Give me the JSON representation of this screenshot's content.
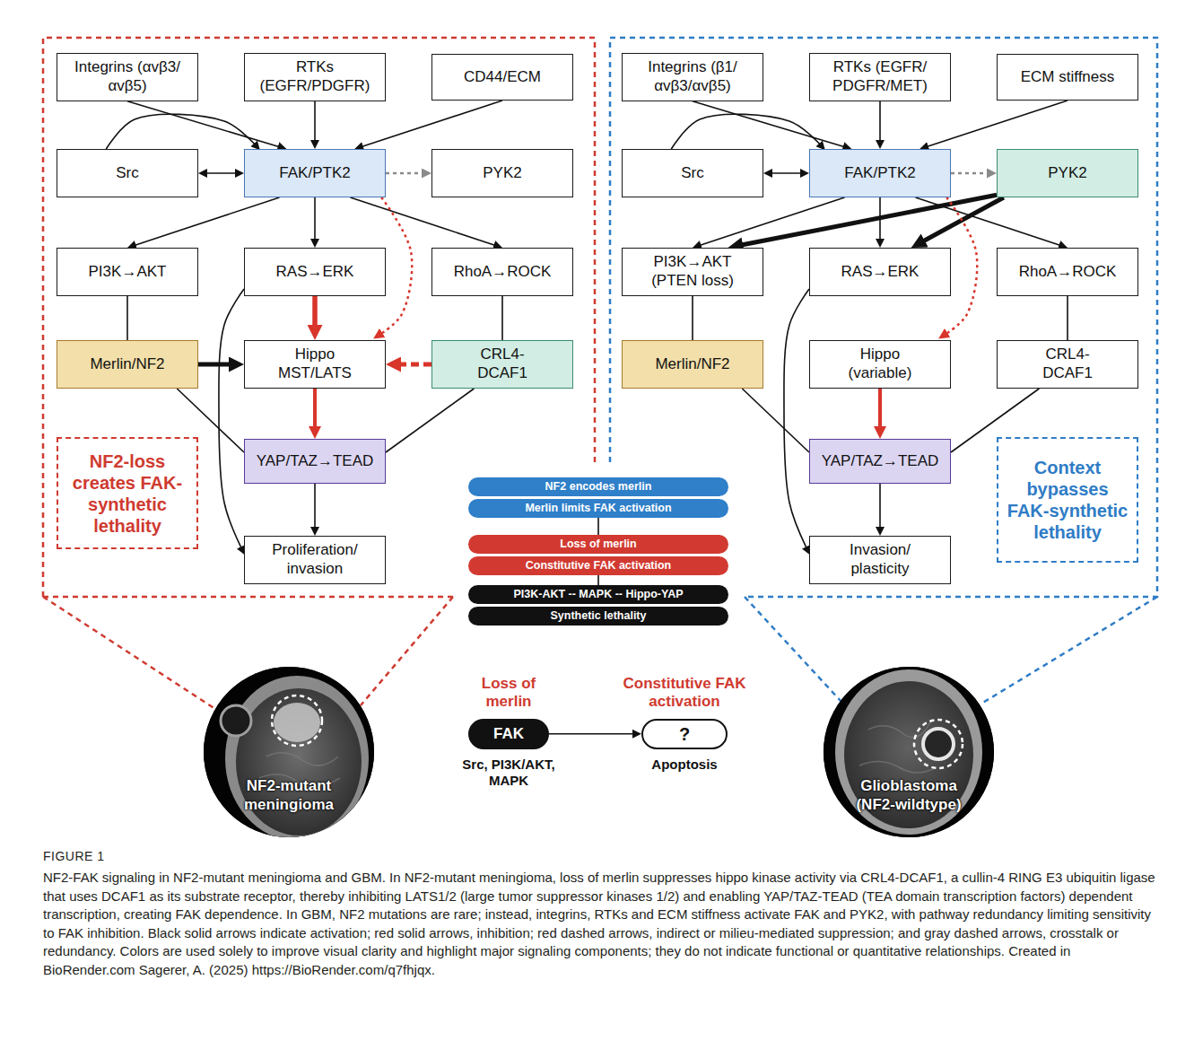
{
  "diagram": {
    "caption": "NF2-FAK signaling in NF2-mutant meningioma and GBM. In NF2-mutant meningioma, loss of merlin suppresses hippo kinase activity via CRL4-DCAF1, a cullin-4 RING E3 ubiquitin ligase that uses DCAF1 as its substrate receptor, thereby inhibiting LATS1/2 (large tumor suppressor kinases 1/2) and enabling YAP/TAZ-TEAD (TEA domain transcription factors) dependent transcription, creating FAK dependence. In GBM, NF2 mutations are rare; instead, integrins, RTKs and ECM stiffness activate FAK and PYK2, with pathway redundancy limiting sensitivity to FAK inhibition. Black solid arrows indicate activation; red solid arrows, inhibition; red dashed arrows, indirect or milieu-mediated suppression; and gray dashed arrows, crosstalk or redundancy. Colors are used solely to improve visual clarity and highlight major signaling components; they do not indicate functional or quantitative relationships. Created in BioRender.com Sagerer, A. (2025) https://BioRender.com/q7fhjqx.",
    "nodes": [
      {
        "text": [
          "Integrins (αvβ3/αvβ5)"
        ]
      },
      {
        "text": [
          "RTKs (EGFR/PDGFR)"
        ]
      },
      {
        "text": [
          "CD44/ECM"
        ]
      },
      {
        "text": [
          "Src"
        ]
      },
      {
        "text": [
          "FAK/PTK2"
        ]
      },
      {
        "text": [
          "PYK2"
        ]
      },
      {
        "text": [
          "PI3K→AKT"
        ]
      },
      {
        "text": [
          "RAS→ERK"
        ]
      },
      {
        "text": [
          "RhoA→ROCK"
        ]
      },
      {
        "text": [
          "Merlin/NF2"
        ]
      },
      {
        "text": [
          "Hippo MST/LATS"
        ]
      },
      {
        "text": [
          "CRL4-DCAF1"
        ]
      },
      {
        "text": [
          "YAP/TAZ→TEAD"
        ]
      },
      {
        "text": [
          "Proliferation/ invasion"
        ]
      },
      {
        "text": [
          "NF2-loss creates FAK-synthetic lethality"
        ]
      },
      {
        "text": [
          "Integrins (β1/αvβ3/αvβ5)"
        ]
      },
      {
        "text": [
          "RTKs (EGFR/ PDGFR/MET)"
        ]
      },
      {
        "text": [
          "ECM stiffness"
        ]
      },
      {
        "text": [
          "Src"
        ]
      },
      {
        "text": [
          "FAK/PTK2"
        ]
      },
      {
        "text": [
          "PYK2"
        ]
      },
      {
        "text": [
          "PI3K→AKT (PTEN loss)"
        ]
      },
      {
        "text": [
          "RAS→ERK"
        ]
      },
      {
        "text": [
          "RhoA→ROCK"
        ]
      },
      {
        "text": [
          "Merlin/NF2"
        ]
      },
      {
        "text": [
          "Hippo (variable)"
        ]
      },
      {
        "text": [
          "CRL4-DCAF1"
        ]
      },
      {
        "text": [
          "YAP/TAZ→TEAD"
        ]
      },
      {
        "text": [
          "Invasion/ plasticity"
        ]
      },
      {
        "text": [
          "Context bypasses FAK-synthetic lethality"
        ]
      },
      {
        "text": [
          "NF2 encodes merlin"
        ]
      },
      {
        "text": [
          "Merlin limits FAK activation"
        ]
      },
      {
        "text": [
          "Loss of merlin"
        ]
      },
      {
        "text": [
          "Constitutive FAK activation"
        ]
      },
      {
        "text": [
          "PI3K-AKT -- MAPK -- Hippo-YAP"
        ]
      },
      {
        "text": [
          "Synthetic lethality"
        ]
      },
      {
        "text": [
          "NF2-mutant meningioma"
        ]
      },
      {
        "text": [
          "Loss of merlin",
          "FAK",
          "Src, PI3K/AKT, MAPK"
        ]
      },
      {
        "text": [
          "Constitutive FAK activation",
          "?",
          "Apoptosis"
        ]
      },
      {
        "text": [
          "Glioblastoma (NF2-wildtype)"
        ]
      }
    ],
    "edges": [
      {
        "from": 0,
        "to": 4,
        "arrow": "to"
      },
      {
        "from": 3,
        "to": 4,
        "arrow": "to"
      },
      {
        "from": 1,
        "to": 4,
        "arrow": "to"
      },
      {
        "from": 2,
        "to": 4,
        "arrow": "to"
      },
      {
        "from": 3,
        "to": 4,
        "arrow": "both"
      },
      {
        "from": 4,
        "to": 5,
        "arrow": "to"
      },
      {
        "from": 4,
        "to": 6,
        "arrow": "to"
      },
      {
        "from": 4,
        "to": 7,
        "arrow": "to"
      },
      {
        "from": 4,
        "to": 8,
        "arrow": "to"
      },
      {
        "from": 4,
        "to": 10,
        "arrow": "to"
      },
      {
        "from": 7,
        "to": 10,
        "arrow": "to"
      },
      {
        "from": 7,
        "to": 13,
        "arrow": "to"
      },
      {
        "from": 6,
        "to": 9,
        "arrow": "none"
      },
      {
        "from": 8,
        "to": 11,
        "arrow": "none"
      },
      {
        "from": 9,
        "to": 10,
        "arrow": "to"
      },
      {
        "from": 9,
        "to": 12,
        "arrow": "none"
      },
      {
        "from": 11,
        "to": 10,
        "arrow": "to"
      },
      {
        "from": 11,
        "to": 12,
        "arrow": "none"
      },
      {
        "from": 10,
        "to": 12,
        "arrow": "to"
      },
      {
        "from": 12,
        "to": 13,
        "arrow": "to"
      },
      {
        "from": 15,
        "to": 19,
        "arrow": "to"
      },
      {
        "from": 18,
        "to": 19,
        "arrow": "to"
      },
      {
        "from": 16,
        "to": 19,
        "arrow": "to"
      },
      {
        "from": 17,
        "to": 19,
        "arrow": "to"
      },
      {
        "from": 18,
        "to": 19,
        "arrow": "both"
      },
      {
        "from": 19,
        "to": 20,
        "arrow": "to"
      },
      {
        "from": 19,
        "to": 21,
        "arrow": "to"
      },
      {
        "from": 19,
        "to": 22,
        "arrow": "to"
      },
      {
        "from": 19,
        "to": 23,
        "arrow": "to"
      },
      {
        "from": 20,
        "to": 21,
        "arrow": "to"
      },
      {
        "from": 20,
        "to": 22,
        "arrow": "to"
      },
      {
        "from": 19,
        "to": 25,
        "arrow": "to"
      },
      {
        "from": 22,
        "to": 28,
        "arrow": "to"
      },
      {
        "from": 21,
        "to": 24,
        "arrow": "none"
      },
      {
        "from": 23,
        "to": 26,
        "arrow": "none"
      },
      {
        "from": 24,
        "to": 27,
        "arrow": "none"
      },
      {
        "from": 26,
        "to": 27,
        "arrow": "none"
      },
      {
        "from": 25,
        "to": 27,
        "arrow": "to"
      },
      {
        "from": 27,
        "to": 28,
        "arrow": "to"
      },
      {
        "from": 31,
        "to": 32,
        "arrow": "none"
      },
      {
        "from": 33,
        "to": 34,
        "arrow": "none"
      },
      {
        "from": 37,
        "to": 38,
        "arrow": "to"
      }
    ],
    "labels": [
      "FIGURE 1"
    ]
  }
}
